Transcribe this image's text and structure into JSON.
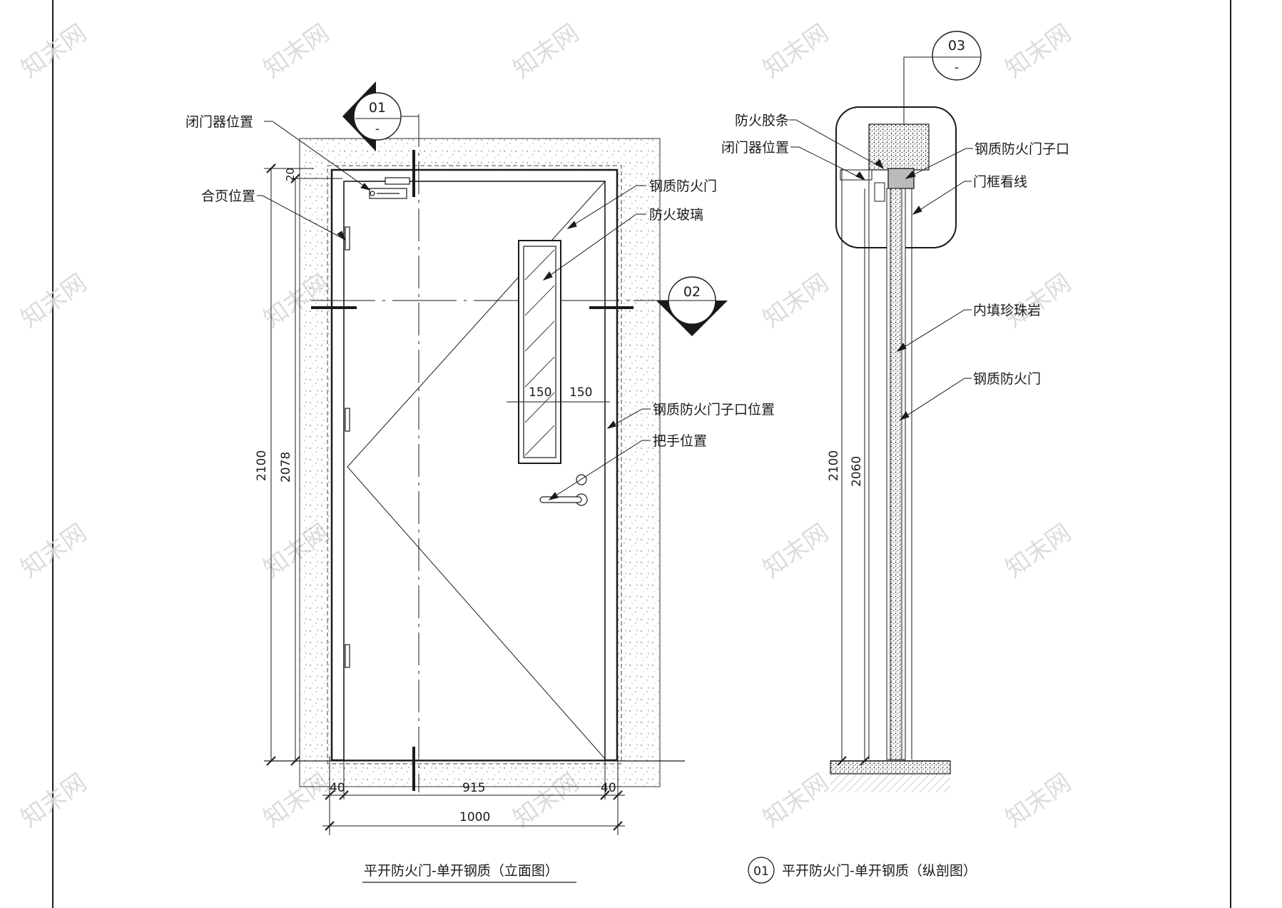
{
  "elevation": {
    "callout_top": {
      "number": "01",
      "sheet": "-"
    },
    "callout_right": {
      "number": "02"
    },
    "labels": {
      "closer": "闭门器位置",
      "hinge": "合页位置",
      "steel_door": "钢质防火门",
      "fire_glass": "防火玻璃",
      "frame_opening": "钢质防火门子口位置",
      "handle": "把手位置"
    },
    "dimensions": {
      "top_gap": "20",
      "overall_height": "2100",
      "leaf_height": "2078",
      "glass_left": "150",
      "glass_right": "150",
      "frame_left": "40",
      "leaf_width": "915",
      "frame_right": "40",
      "overall_width": "1000"
    },
    "title": "平开防火门-单开钢质（立面图）"
  },
  "section": {
    "callout_top": {
      "number": "03",
      "sheet": "-"
    },
    "labels": {
      "fire_strip": "防火胶条",
      "closer": "闭门器位置",
      "frame_opening": "钢质防火门子口",
      "frame_sightline": "门框看线",
      "perlite_fill": "内填珍珠岩",
      "steel_door": "钢质防火门"
    },
    "dimensions": {
      "overall_height": "2100",
      "leaf_height": "2060"
    },
    "title_ref": "01",
    "title": "平开防火门-单开钢质（纵剖图）"
  },
  "watermark": "知末网"
}
